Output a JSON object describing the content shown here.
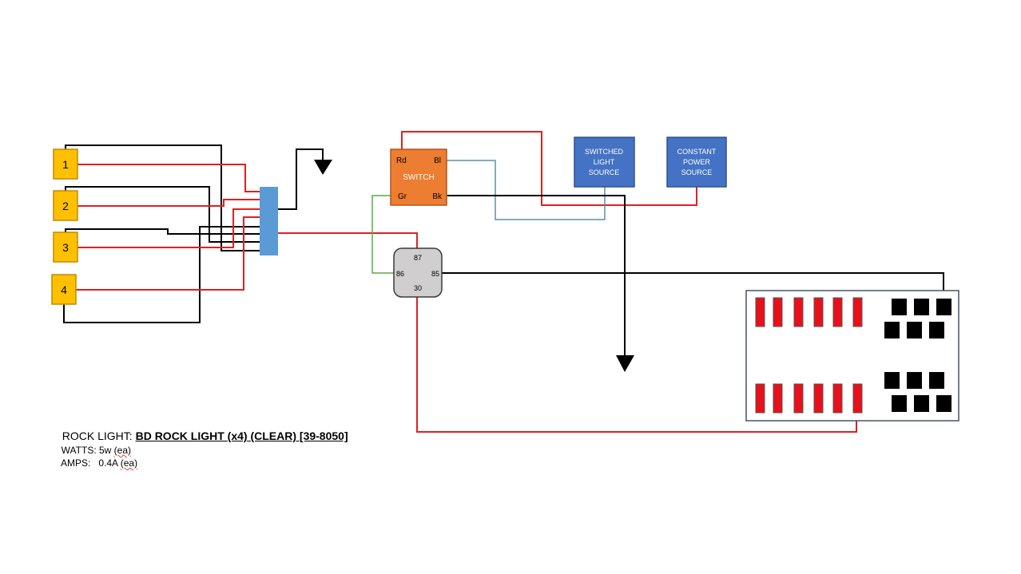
{
  "lights": [
    {
      "label": "1"
    },
    {
      "label": "2"
    },
    {
      "label": "3"
    },
    {
      "label": "4"
    }
  ],
  "switch": {
    "title": "SWITCH",
    "pins": {
      "top_left": "Rd",
      "top_right": "Bl",
      "bottom_left": "Gr",
      "bottom_right": "Bk"
    }
  },
  "sources": {
    "switched": [
      "SWITCHED",
      "LIGHT",
      "SOURCE"
    ],
    "constant": [
      "CONSTANT",
      "POWER",
      "SOURCE"
    ]
  },
  "relay": {
    "pin_top": "87",
    "pin_left": "86",
    "pin_right": "85",
    "pin_bottom": "30"
  },
  "specs": {
    "prefix": "ROCK LIGHT: ",
    "model": "BD ROCK LIGHT (x4) (CLEAR) [39-8050]",
    "watts_label": "WATTS: 5w ",
    "watts_unit": "(ea)",
    "amps_label": "AMPS:   0.4A ",
    "amps_unit": "(ea)"
  },
  "colors": {
    "wire_power": "#e02020",
    "wire_ground": "#000000",
    "wire_signal_blue": "#5b8fa8",
    "wire_signal_green": "#5aaa46",
    "light_fill": "#ffc000",
    "light_border": "#c08a00",
    "connector": "#5b9bd5",
    "switch_fill": "#ed7d31",
    "source_fill": "#4472c4",
    "relay_fill": "#d0cece",
    "fuse_red": "#e8101a",
    "fuse_black": "#000000",
    "fuse_box_border": "#44546a"
  }
}
